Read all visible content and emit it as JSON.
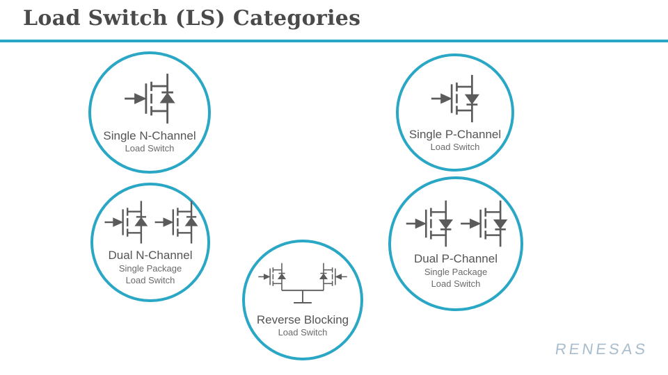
{
  "slide": {
    "title": "Load Switch (LS) Categories"
  },
  "theme": {
    "accent_color": "#2aa7c5",
    "symbol_color": "#5b5b5b",
    "title_color": "#4a4a4a",
    "label_color": "#545454",
    "logo_color": "#a9bdcc"
  },
  "categories": [
    {
      "icon": "n-channel-mosfet-icon",
      "name": "Single N-Channel",
      "lines": [
        "Load Switch"
      ]
    },
    {
      "icon": "p-channel-mosfet-icon",
      "name": "Single P-Channel",
      "lines": [
        "Load Switch"
      ]
    },
    {
      "icon": "dual-n-channel-mosfet-icon",
      "name": "Dual N-Channel",
      "lines": [
        "Single Package",
        "Load Switch"
      ]
    },
    {
      "icon": "dual-p-channel-mosfet-icon",
      "name": "Dual P-Channel",
      "lines": [
        "Single Package",
        "Load Switch"
      ]
    },
    {
      "icon": "reverse-blocking-mosfet-icon",
      "name": "Reverse Blocking",
      "lines": [
        "Load Switch"
      ]
    }
  ],
  "logo": {
    "text": "RENESAS"
  }
}
